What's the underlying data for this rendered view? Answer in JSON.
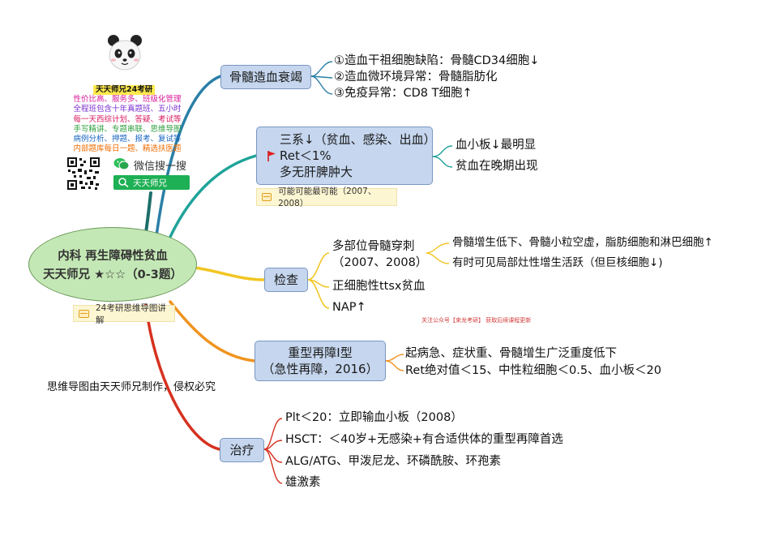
{
  "center": {
    "line1": "内科 再生障碍性贫血",
    "line2": "天天师兄 ★☆☆（0-3题）"
  },
  "center_note": "24考研思维导图讲解",
  "promo": {
    "title": "天天师兄24考研",
    "lines": [
      {
        "text": "性价比高、服务多、班级化管理",
        "color": "#d81b9a"
      },
      {
        "text": "全程班包含十年真题班、五小时",
        "color": "#7b2fd0"
      },
      {
        "text": "每一天西综计划、答疑、考试等",
        "color": "#d81b60"
      },
      {
        "text": "手写精讲、专题串联、思维导图",
        "color": "#2e9e3e"
      },
      {
        "text": "病例分析、押题、报考、复试等",
        "color": "#1565c0"
      },
      {
        "text": "内部题库每日一题、精选扶医题",
        "color": "#ef6c00"
      }
    ],
    "wechat_label": "微信搜一搜",
    "search_text": "天天师兄"
  },
  "copyright": "思维导图由天天师兄制作，侵权必究",
  "watermark": "关注公众号【来龙考研】 获取后续课程更新",
  "branches": [
    {
      "id": "bone-marrow-failure",
      "label": "骨髓造血衰竭",
      "leaves": [
        "①造血干祖细胞缺陷：骨髓CD34细胞↓",
        "②造血微环境异常：骨髓脂肪化",
        "③免疫异常：CD8 T细胞↑"
      ]
    },
    {
      "id": "clinical",
      "lines": [
        "三系↓（贫血、感染、出血）",
        "Ret＜1%",
        "多无肝脾肿大"
      ],
      "note": "可能可能最可能（2007、2008）",
      "leaves": [
        "血小板↓最明显",
        "贫血在晚期出现"
      ]
    },
    {
      "id": "exam",
      "label": "检查",
      "items": [
        {
          "text": "多部位骨髓穿刺\n（2007、2008）",
          "sub": [
            "骨髓增生低下、骨髓小粒空虚，脂肪细胞和淋巴细胞↑",
            "有时可见局部灶性增生活跃（但巨核细胞↓)"
          ]
        },
        {
          "text": "正细胞性ttsx贫血"
        },
        {
          "text": "NAP↑"
        }
      ]
    },
    {
      "id": "severe-type1",
      "lines": [
        "重型再障Ⅰ型",
        "（急性再障，2016）"
      ],
      "leaves": [
        "起病急、症状重、骨髓增生广泛重度低下",
        "Ret绝对值＜15、中性粒细胞＜0.5、血小板＜20"
      ]
    },
    {
      "id": "treatment",
      "label": "治疗",
      "leaves": [
        "Plt＜20：立即输血小板（2008）",
        "HSCT：＜40岁+无感染+有合适供体的重型再障首选",
        "ALG/ATG、甲泼尼龙、环磷酰胺、环孢素",
        "雄激素"
      ]
    }
  ],
  "colors": {
    "node_fill": "#c5d6ee",
    "node_border": "#7a97c2",
    "center_fill": "#c4e8b5",
    "center_border": "#6a9a5a",
    "branch_1": "#2a7fa6",
    "branch_2": "#1fa39a",
    "branch_3": "#f2c522",
    "branch_4": "#f0931f",
    "branch_5": "#d6311f",
    "branch_top": "#1e6e6a"
  }
}
